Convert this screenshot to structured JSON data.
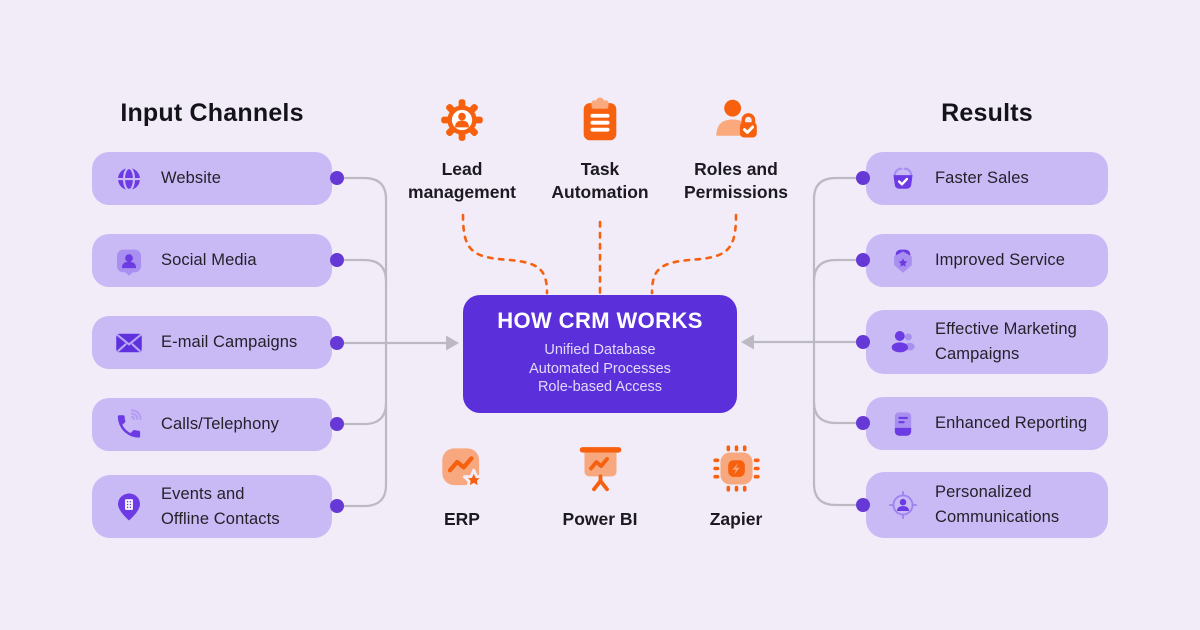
{
  "colors": {
    "background": "#F1ECF8",
    "pill": "#C9BAF6",
    "center_box": "#5B2FD9",
    "icon_purple": "#6C3BE4",
    "icon_purple_light": "#A98FF0",
    "orange": "#F6600F",
    "orange_light": "#F8A87E",
    "connector_gray": "#BCB9C2",
    "dot_purple": "#6638D6"
  },
  "input_channels": {
    "heading": "Input Channels",
    "items": [
      {
        "label": "Website",
        "icon": "globe-icon"
      },
      {
        "label": "Social Media",
        "icon": "social-media-icon"
      },
      {
        "label": "E-mail Campaigns",
        "icon": "email-icon"
      },
      {
        "label": "Calls/Telephony",
        "icon": "phone-icon"
      },
      {
        "label": "Events and Offline Contacts",
        "icon": "map-pin-building-icon"
      }
    ]
  },
  "results": {
    "heading": "Results",
    "items": [
      {
        "label": "Faster Sales",
        "icon": "basket-check-icon"
      },
      {
        "label": "Improved Service",
        "icon": "shield-star-icon"
      },
      {
        "label": "Effective Marketing Campaigns",
        "icon": "people-icon"
      },
      {
        "label": "Enhanced Reporting",
        "icon": "report-book-icon"
      },
      {
        "label": "Personalized Communications",
        "icon": "target-person-icon"
      }
    ]
  },
  "center": {
    "title": "HOW CRM WORKS",
    "features": [
      "Unified Database",
      "Automated Processes",
      "Role-based Access"
    ]
  },
  "top_modules": [
    {
      "label": "Lead management",
      "icon": "gear-person-icon"
    },
    {
      "label": "Task Automation",
      "icon": "clipboard-icon"
    },
    {
      "label": "Roles and Permissions",
      "icon": "user-lock-icon"
    }
  ],
  "integrations": [
    {
      "label": "ERP",
      "icon": "erp-chart-star-icon"
    },
    {
      "label": "Power BI",
      "icon": "presentation-chart-icon"
    },
    {
      "label": "Zapier",
      "icon": "chip-bolt-icon"
    }
  ]
}
